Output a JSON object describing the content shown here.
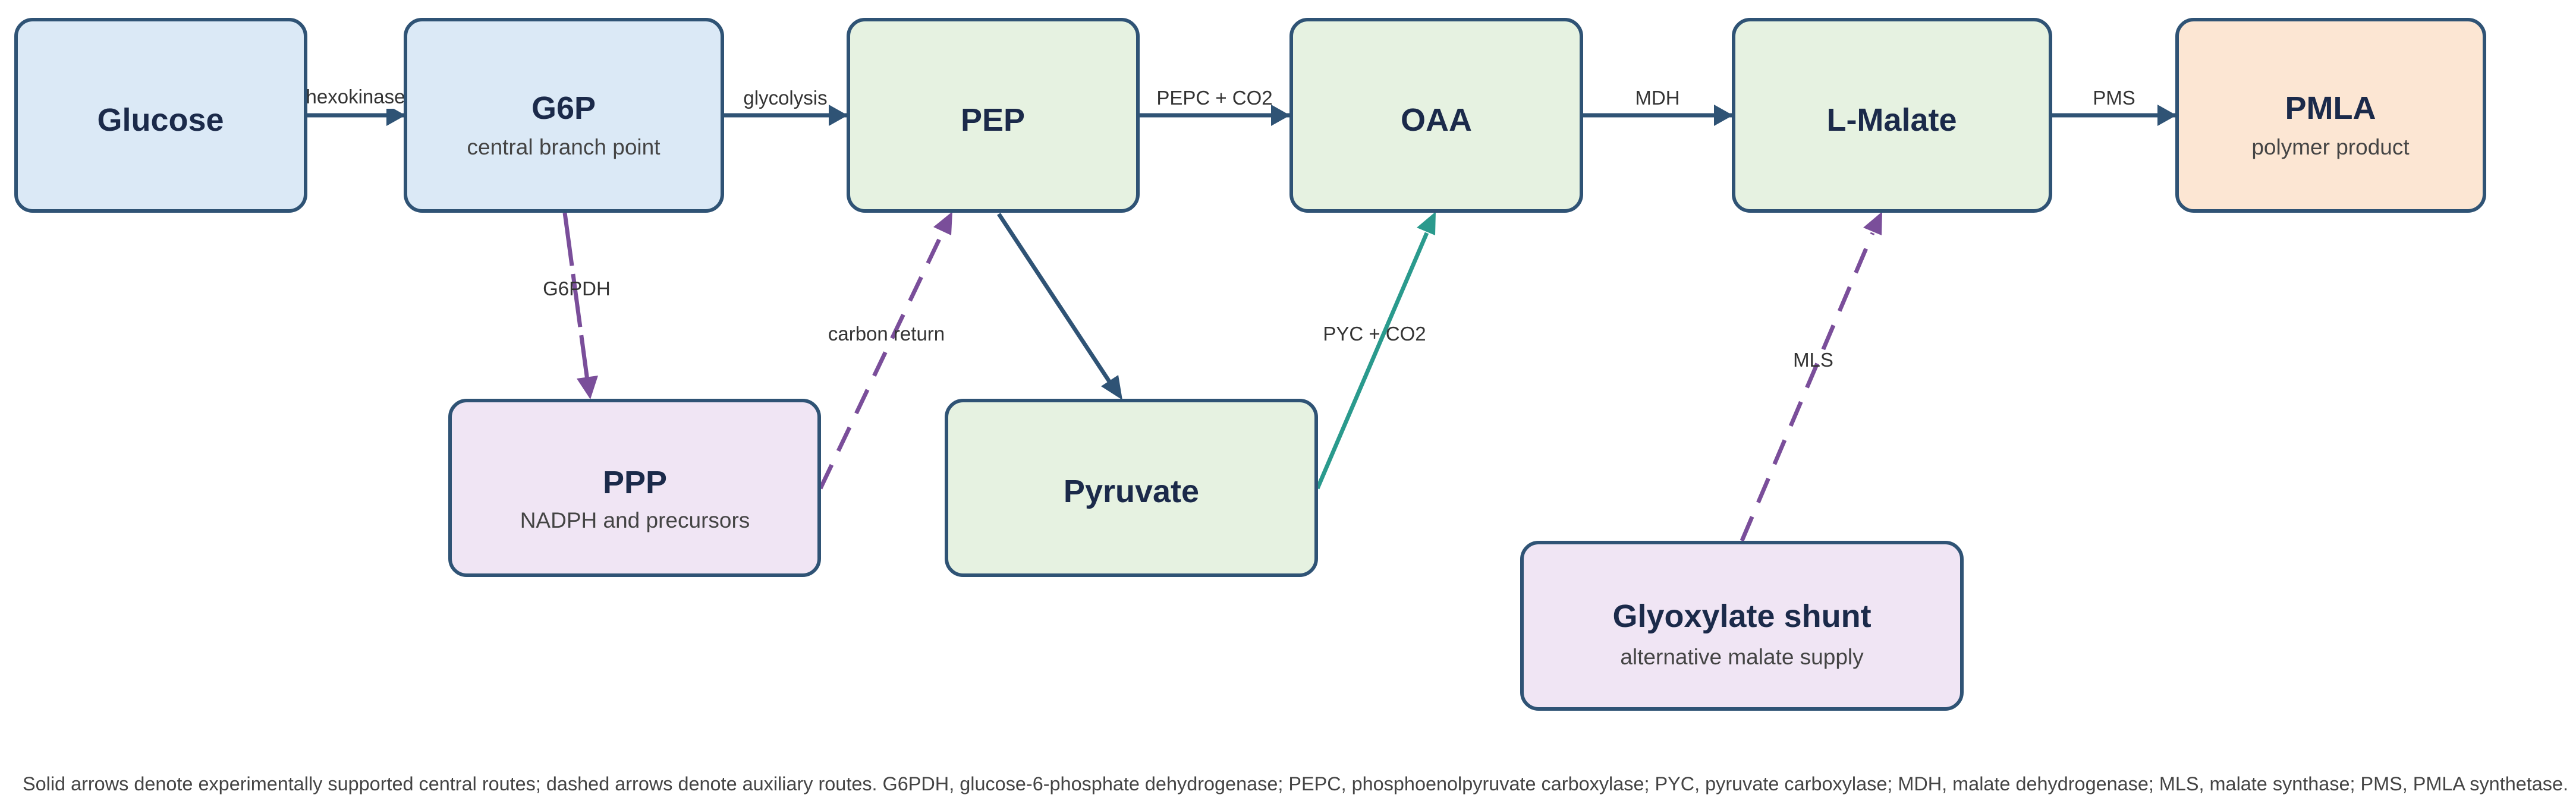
{
  "colors": {
    "stroke": "#2f5375",
    "blue_fill": "#dbe9f6",
    "green_fill": "#e6f2e1",
    "purple_fill": "#f0e5f4",
    "orange_fill": "#fce6d3",
    "arrow_main": "#2f5375",
    "arrow_purple": "#7a4e9a",
    "arrow_teal": "#2a9a8d"
  },
  "nodes": {
    "glucose": {
      "title": "Glucose",
      "subtitle": ""
    },
    "g6p": {
      "title": "G6P",
      "subtitle": "central branch point"
    },
    "pep": {
      "title": "PEP",
      "subtitle": ""
    },
    "oaa": {
      "title": "OAA",
      "subtitle": ""
    },
    "lmalate": {
      "title": "L-Malate",
      "subtitle": ""
    },
    "pmla": {
      "title": "PMLA",
      "subtitle": "polymer product"
    },
    "ppp": {
      "title": "PPP",
      "subtitle": "NADPH and precursors"
    },
    "pyruvate": {
      "title": "Pyruvate",
      "subtitle": ""
    },
    "glyoxylate": {
      "title": "Glyoxylate shunt",
      "subtitle": "alternative malate supply"
    }
  },
  "edges": {
    "hexokinase": {
      "label": "hexokinase",
      "style": "solid"
    },
    "glycolysis": {
      "label": "glycolysis",
      "style": "solid"
    },
    "pepc": {
      "label": "PEPC + CO2",
      "style": "solid"
    },
    "mdh": {
      "label": "MDH",
      "style": "solid"
    },
    "pms": {
      "label": "PMS",
      "style": "solid"
    },
    "g6pdh": {
      "label": "G6PDH",
      "style": "dashed"
    },
    "carbon_return": {
      "label": "carbon return",
      "style": "dashed"
    },
    "pep_pyruvate": {
      "label": "",
      "style": "solid"
    },
    "pyc": {
      "label": "PYC + CO2",
      "style": "solid"
    },
    "mls": {
      "label": "MLS",
      "style": "dashed"
    }
  },
  "caption": "Solid arrows denote experimentally supported central routes; dashed arrows denote auxiliary routes. G6PDH, glucose-6-phosphate dehydrogenase; PEPC, phosphoenolpyruvate carboxylase; PYC, pyruvate carboxylase; MDH, malate dehydrogenase; MLS, malate synthase; PMS, PMLA synthetase."
}
